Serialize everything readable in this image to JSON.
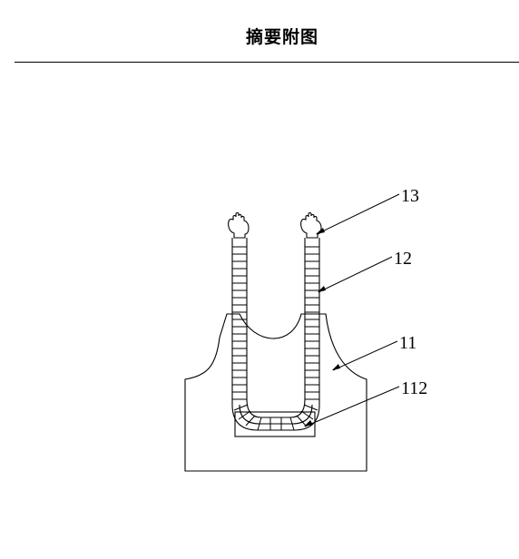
{
  "title": "摘要附图",
  "figure": {
    "labels": [
      {
        "key": "label_13",
        "text": "13"
      },
      {
        "key": "label_12",
        "text": "12"
      },
      {
        "key": "label_11",
        "text": "11"
      },
      {
        "key": "label_112",
        "text": "112"
      }
    ]
  }
}
